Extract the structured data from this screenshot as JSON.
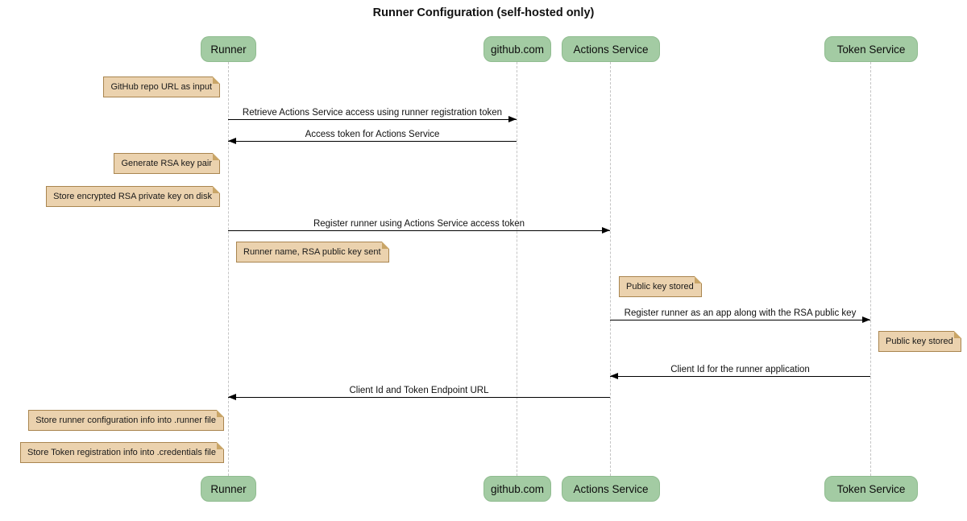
{
  "title": "Runner Configuration (self-hosted only)",
  "diagram_type": "sequence",
  "colors": {
    "participant_fill": "#a3cba3",
    "participant_border": "#8fbc8f",
    "note_fill": "#ebd2ae",
    "note_border": "#a9854f",
    "lifeline": "#c4c4c4",
    "message_line": "#000000",
    "background": "#ffffff"
  },
  "participants": [
    {
      "label": "Runner"
    },
    {
      "label": "github.com"
    },
    {
      "label": "Actions Service"
    },
    {
      "label": "Token Service"
    }
  ],
  "messages": [
    {
      "label": "Retrieve Actions Service access using runner registration token",
      "from": "Runner",
      "to": "github.com",
      "direction": "right"
    },
    {
      "label": "Access token for Actions Service",
      "from": "github.com",
      "to": "Runner",
      "direction": "left"
    },
    {
      "label": "Register runner using Actions Service access token",
      "from": "Runner",
      "to": "Actions Service",
      "direction": "right"
    },
    {
      "label": "Register runner as an app along with the RSA public key",
      "from": "Actions Service",
      "to": "Token Service",
      "direction": "right"
    },
    {
      "label": "Client Id for the runner application",
      "from": "Token Service",
      "to": "Actions Service",
      "direction": "left"
    },
    {
      "label": "Client Id and Token Endpoint URL",
      "from": "Actions Service",
      "to": "Runner",
      "direction": "left"
    }
  ],
  "notes": [
    {
      "label": "GitHub repo URL as input",
      "position": "left of Runner"
    },
    {
      "label": "Generate RSA key pair",
      "position": "left of Runner"
    },
    {
      "label": "Store encrypted RSA private key on disk",
      "position": "left of Runner"
    },
    {
      "label": "Runner name, RSA public key sent",
      "position": "right of Runner"
    },
    {
      "label": "Public key stored",
      "position": "right of Actions Service"
    },
    {
      "label": "Public key stored",
      "position": "right of Token Service"
    },
    {
      "label": "Store runner configuration info into .runner file",
      "position": "left of Runner"
    },
    {
      "label": "Store Token registration info into .credentials file",
      "position": "left of Runner"
    }
  ]
}
